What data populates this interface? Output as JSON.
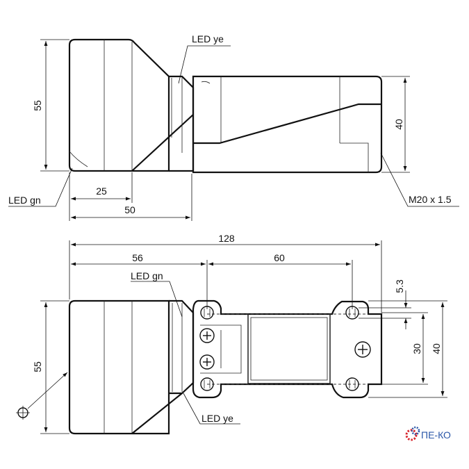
{
  "top_view": {
    "led_ye_label": "LED ye",
    "led_gn_label": "LED gn",
    "thread_label": "M20 x 1.5",
    "dims": {
      "height_55": "55",
      "height_40": "40",
      "width_25": "25",
      "width_50": "50"
    }
  },
  "bottom_view": {
    "led_gn_label": "LED gn",
    "led_ye_label": "LED ye",
    "dims": {
      "length_128": "128",
      "width_56": "56",
      "width_60": "60",
      "hole_53": "5.3",
      "height_30": "30",
      "height_40": "40",
      "height_55": "55"
    }
  },
  "watermark": {
    "text": "ПЕ-КО"
  },
  "colors": {
    "line": "#111111",
    "logo_red": "#d7262e",
    "logo_blue": "#2b57a8"
  }
}
